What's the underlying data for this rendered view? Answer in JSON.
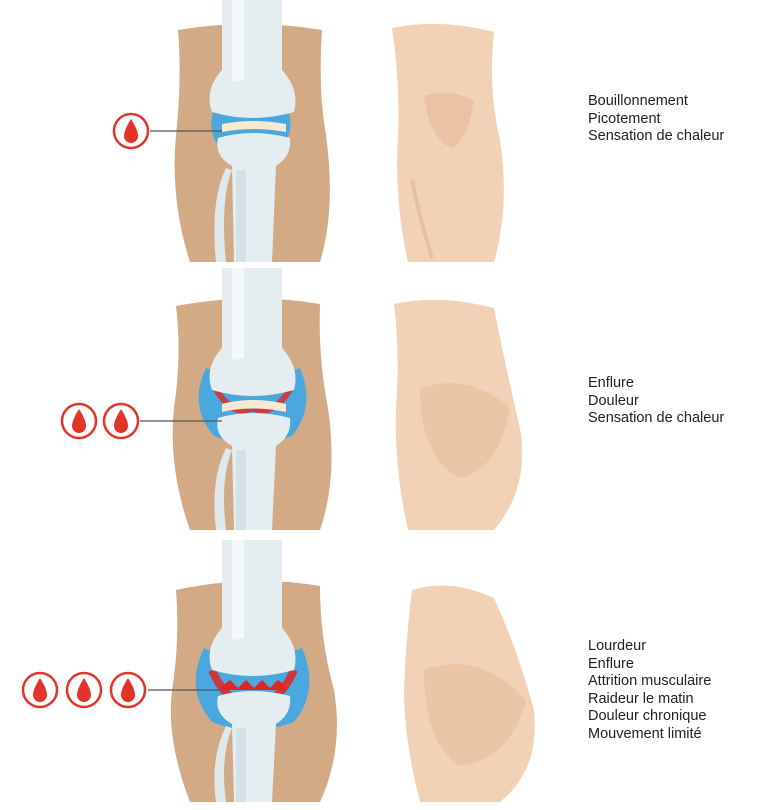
{
  "colors": {
    "skin_dark": "#d3aa86",
    "skin_light": "#f2d2b6",
    "skin_shadow": "#e3b996",
    "bone": "#e4eef0",
    "bone_shade": "#c4d6da",
    "synovium": "#4aa8df",
    "inflammation": "#e3251f",
    "cartilage": "#f7ead0",
    "marker_red": "#e3342a",
    "text": "#222222"
  },
  "stages": [
    {
      "severity": 1,
      "symptoms": [
        "Bouillonnement",
        "Picotement",
        "Sensation de chaleur"
      ]
    },
    {
      "severity": 2,
      "symptoms": [
        "Enflure",
        "Douleur",
        "Sensation de chaleur"
      ]
    },
    {
      "severity": 3,
      "symptoms": [
        "Lourdeur",
        "Enflure",
        "Attrition musculaire",
        "Raideur le matin",
        "Douleur chronique",
        "Mouvement limité"
      ]
    }
  ]
}
